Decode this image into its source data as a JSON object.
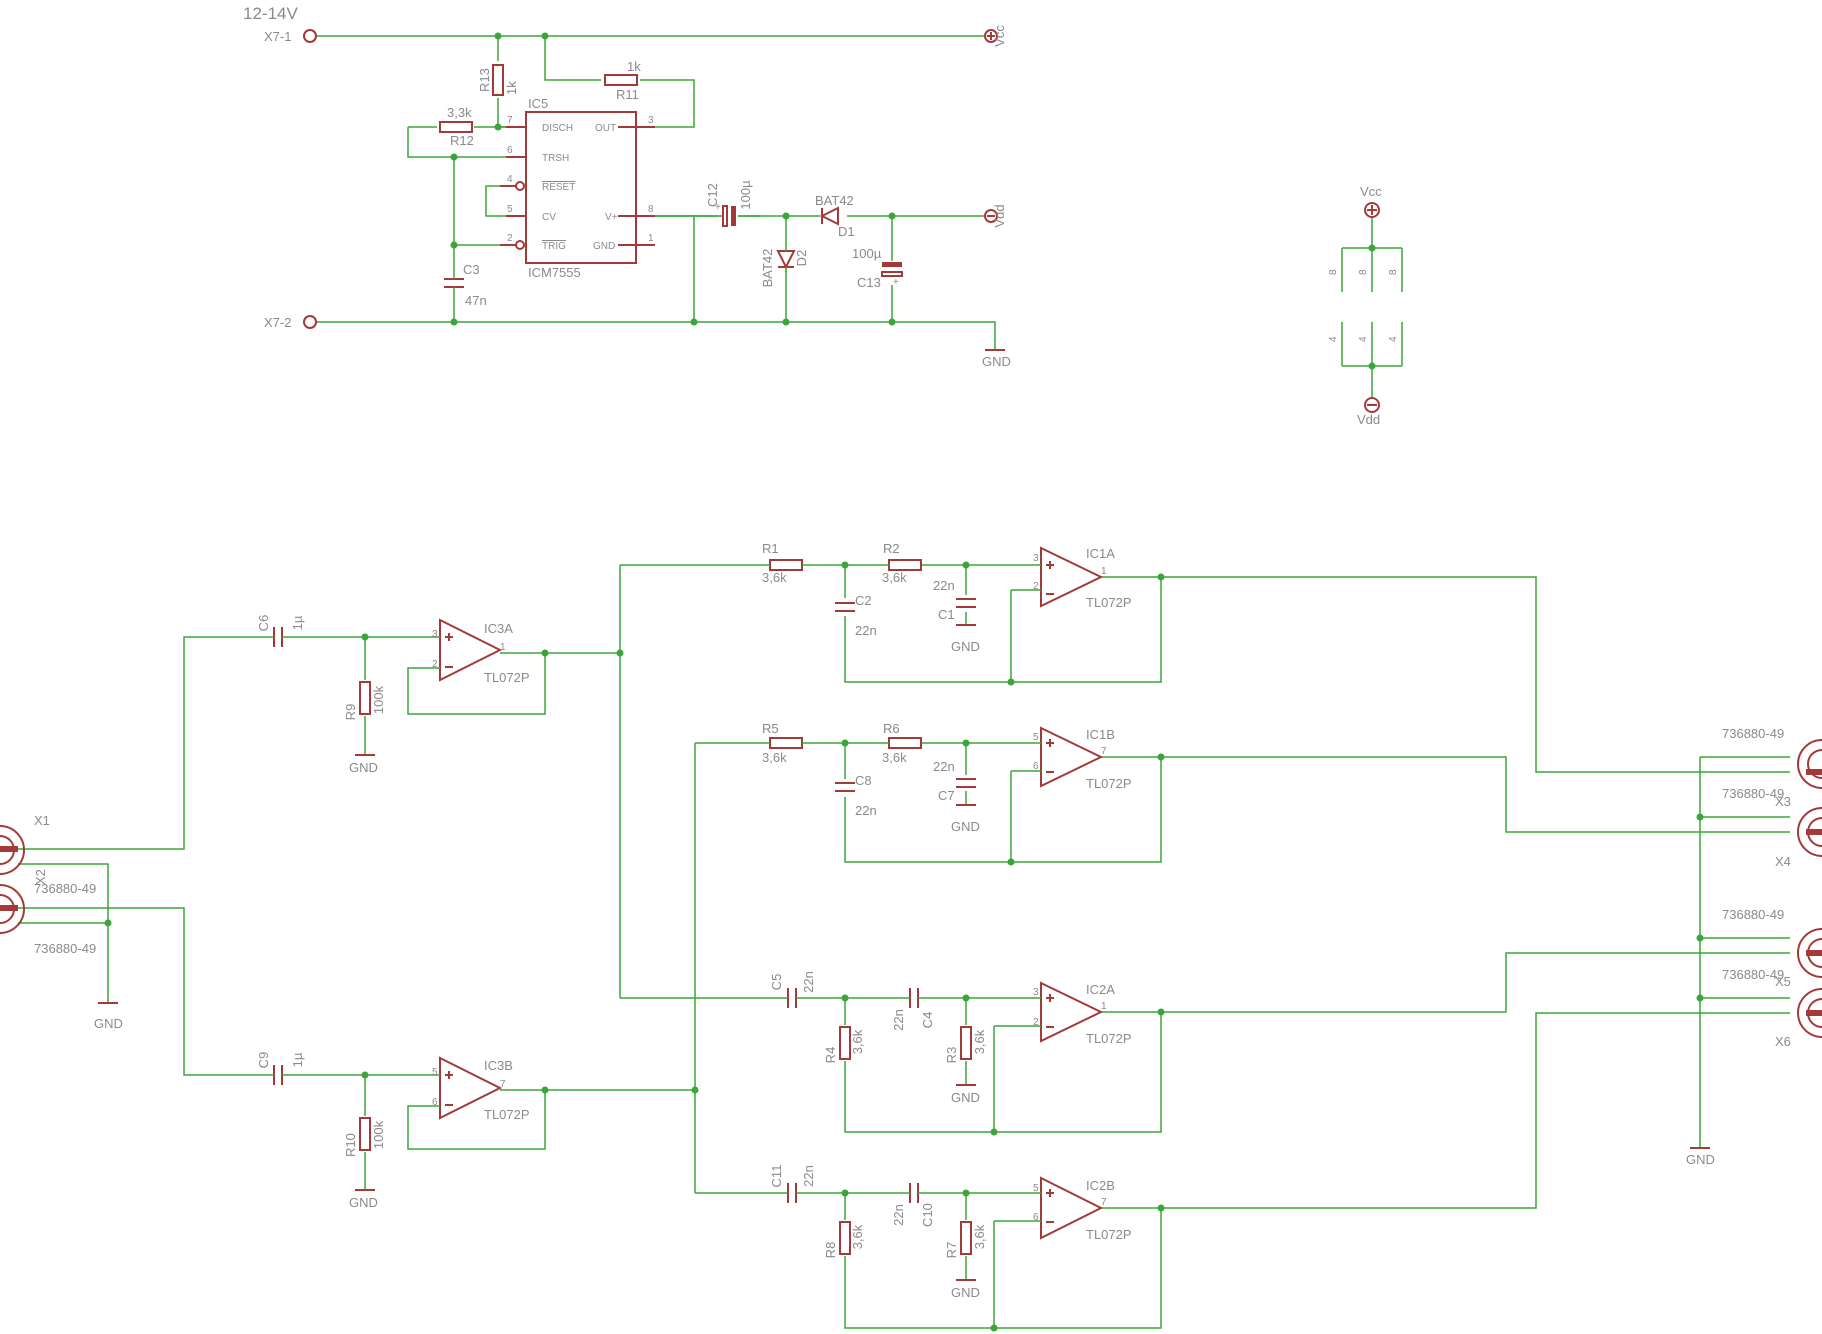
{
  "colors": {
    "wire": "#3aa63a",
    "part": "#a33a3a",
    "text": "#8a8a8a",
    "background": "#ffffff"
  },
  "supply": {
    "voltage": "12-14V",
    "x7_1": "X7-1",
    "x7_2": "X7-2",
    "vcc": "Vcc",
    "vdd": "Vdd",
    "gnd": "GND"
  },
  "ic5": {
    "name": "IC5",
    "type": "ICM7555",
    "pins": {
      "disch": "DISCH",
      "out": "OUT",
      "trsh": "TRSH",
      "reset": "RESET",
      "cv": "CV",
      "trig": "TRIG",
      "vplus": "V+",
      "gnd": "GND"
    },
    "pin_numbers": {
      "p7": "7",
      "p6": "6",
      "p4": "4",
      "p5": "5",
      "p2": "2",
      "p3": "3",
      "p8": "8",
      "p1": "1"
    }
  },
  "r13": {
    "name": "R13",
    "value": "1k"
  },
  "r11": {
    "name": "R11",
    "value": "1k"
  },
  "r12": {
    "name": "R12",
    "value": "3,3k"
  },
  "c3": {
    "name": "C3",
    "value": "47n"
  },
  "c12": {
    "name": "C12",
    "value": "100µ"
  },
  "c13": {
    "name": "C13",
    "value": "100µ"
  },
  "d1": {
    "name": "D1",
    "type": "BAT42"
  },
  "d2": {
    "name": "D2",
    "type": "BAT42"
  },
  "power_block": {
    "vcc": "Vcc",
    "vdd": "Vdd",
    "pins_top": [
      "8",
      "8",
      "8"
    ],
    "pins_bottom": [
      "4",
      "4",
      "4"
    ]
  },
  "ic1a": {
    "name": "IC1A",
    "type": "TL072P",
    "in_plus": "3",
    "in_minus": "2",
    "out": "1"
  },
  "ic1b": {
    "name": "IC1B",
    "type": "TL072P",
    "in_plus": "5",
    "in_minus": "6",
    "out": "7"
  },
  "ic2a": {
    "name": "IC2A",
    "type": "TL072P",
    "in_plus": "3",
    "in_minus": "2",
    "out": "1"
  },
  "ic2b": {
    "name": "IC2B",
    "type": "TL072P",
    "in_plus": "5",
    "in_minus": "6",
    "out": "7"
  },
  "ic3a": {
    "name": "IC3A",
    "type": "TL072P",
    "in_plus": "3",
    "in_minus": "2",
    "out": "1"
  },
  "ic3b": {
    "name": "IC3B",
    "type": "TL072P",
    "in_plus": "5",
    "in_minus": "6",
    "out": "7"
  },
  "r1": {
    "name": "R1",
    "value": "3,6k"
  },
  "r2": {
    "name": "R2",
    "value": "3,6k"
  },
  "r3": {
    "name": "R3",
    "value": "3,6k"
  },
  "r4": {
    "name": "R4",
    "value": "3,6k"
  },
  "r5": {
    "name": "R5",
    "value": "3,6k"
  },
  "r6": {
    "name": "R6",
    "value": "3,6k"
  },
  "r7": {
    "name": "R7",
    "value": "3,6k"
  },
  "r8": {
    "name": "R8",
    "value": "3,6k"
  },
  "r9": {
    "name": "R9",
    "value": "100k"
  },
  "r10": {
    "name": "R10",
    "value": "100k"
  },
  "c1": {
    "name": "C1",
    "value": "22n"
  },
  "c2": {
    "name": "C2",
    "value": "22n"
  },
  "c4": {
    "name": "C4",
    "value": "22n"
  },
  "c5": {
    "name": "C5",
    "value": "22n"
  },
  "c6": {
    "name": "C6",
    "value": "1µ"
  },
  "c7": {
    "name": "C7",
    "value": "22n"
  },
  "c8": {
    "name": "C8",
    "value": "22n"
  },
  "c9": {
    "name": "C9",
    "value": "1µ"
  },
  "c10": {
    "name": "C10",
    "value": "22n"
  },
  "c11": {
    "name": "C11",
    "value": "22n"
  },
  "connectors": {
    "x1": "X1",
    "x2": "X2",
    "x3": "X3",
    "x4": "X4",
    "x5": "X5",
    "x6": "X6",
    "part": "736880-49"
  }
}
